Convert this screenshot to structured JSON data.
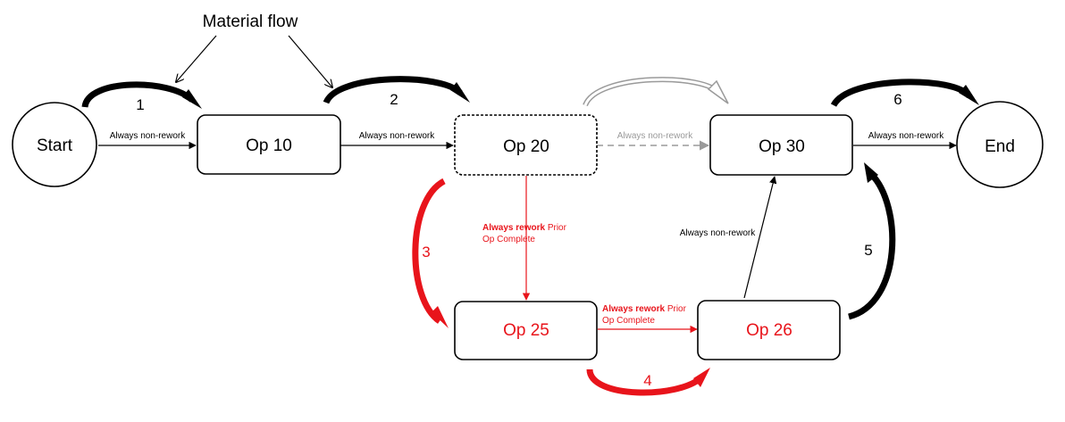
{
  "title": "Material flow",
  "nodes": {
    "start": "Start",
    "op10": "Op 10",
    "op20": "Op 20",
    "op30": "Op 30",
    "end": "End",
    "op25": "Op 25",
    "op26": "Op 26"
  },
  "edges": {
    "start_op10": "Always non-rework",
    "op10_op20": "Always non-rework",
    "op20_op30": "Always non-rework",
    "op30_end": "Always non-rework",
    "op26_op30": "Always non-rework",
    "op20_op25": {
      "bold": "Always rework",
      "rest": " Prior",
      "line2": "Op Complete"
    },
    "op25_op26": {
      "bold": "Always rework",
      "rest": " Prior",
      "line2": "Op Complete"
    }
  },
  "flow_numbers": [
    "1",
    "2",
    "3",
    "4",
    "5",
    "6"
  ],
  "colors": {
    "black": "#000000",
    "red": "#e8141b",
    "gray": "#9a9a9a"
  }
}
